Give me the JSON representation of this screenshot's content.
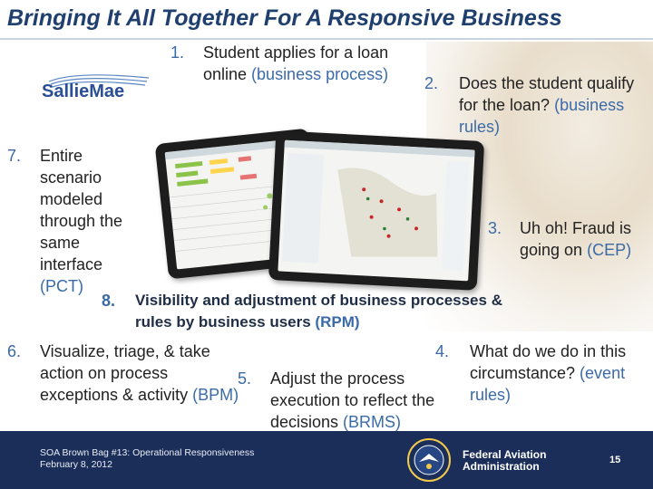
{
  "title": "Bringing It All Together For A Responsive Business",
  "logo": {
    "text": "SallieMae",
    "icon": "salliemae-logo"
  },
  "items": [
    {
      "num": "1.",
      "text": "Student applies for a loan online ",
      "paren": "(business process)"
    },
    {
      "num": "2.",
      "text": "Does the student qualify for the loan? ",
      "paren": "(business rules)"
    },
    {
      "num": "3.",
      "text": "Uh oh!  Fraud is going on ",
      "paren": "(CEP)"
    },
    {
      "num": "4.",
      "text": "What do we do in this circumstance? ",
      "paren": "(event rules)"
    },
    {
      "num": "5.",
      "text": "Adjust the process execution to reflect the decisions ",
      "paren": "(BRMS)"
    },
    {
      "num": "6.",
      "text": "Visualize, triage, & take action on process exceptions & activity ",
      "paren": "(BPM)"
    },
    {
      "num": "7.",
      "text": "Entire scenario modeled through the same interface ",
      "paren": "(PCT)"
    },
    {
      "num": "8.",
      "text": "Visibility and adjustment of business processes & rules by business users ",
      "paren": "(RPM)"
    }
  ],
  "footer": {
    "event": "SOA Brown Bag #13: Operational Responsiveness",
    "date": "February 8, 2012",
    "agency_line1": "Federal Aviation",
    "agency_line2": "Administration",
    "page": "15"
  },
  "colors": {
    "title": "#1f3f6e",
    "accent": "#3b6aa8",
    "footer_bg": "#1b2e5a"
  }
}
